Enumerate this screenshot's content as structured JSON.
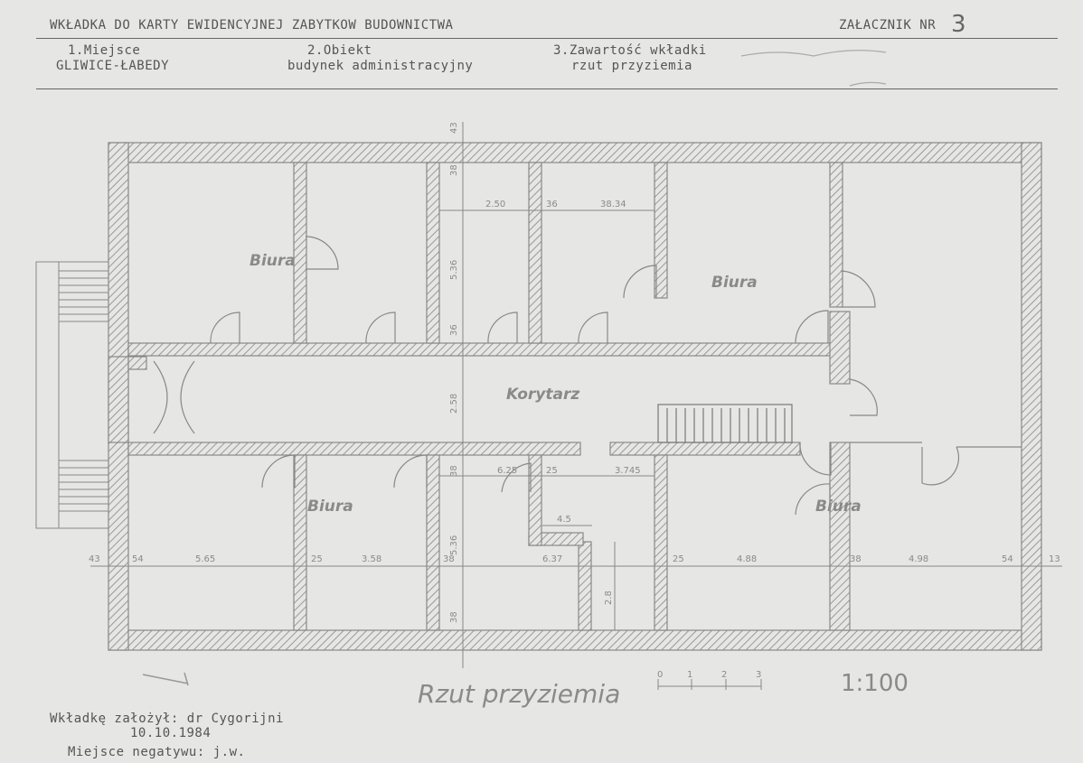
{
  "header": {
    "title": "WKŁADKA DO KARTY EWIDENCYJNEJ ZABYTKOW BUDOWNICTWA",
    "annex_label": "ZAŁACZNIK NR",
    "annex_number": "3",
    "place_label": "1.Miejsce",
    "place_value": "GLIWICE-ŁABEDY",
    "object_label": "2.Obiekt",
    "object_value": "budynek administracyjny",
    "content_label": "3.Zawartość wkładki",
    "content_value": "rzut przyziemia"
  },
  "plan": {
    "rooms": [
      "Biura",
      "Biura",
      "Biura",
      "Biura"
    ],
    "corridor": "Korytarz",
    "dims_top": [
      "38",
      "2.50",
      "36",
      "38.34",
      "5.36",
      "36",
      "2.58"
    ],
    "dims_bottom": [
      "38",
      "6.25",
      "25",
      "3.745",
      "5.36",
      "4.5",
      "6.37",
      "2.8",
      "38"
    ],
    "dims_axis": [
      "43",
      "54",
      "5.65",
      "25",
      "3.58",
      "38",
      "25",
      "4.88",
      "38",
      "4.98",
      "54",
      "13"
    ],
    "axis_top": "43",
    "caption": "Rzut przyziemia",
    "scale_ticks": [
      "0",
      "1",
      "2",
      "3"
    ],
    "scale": "1:100"
  },
  "footer": {
    "author_line": "Wkładkę założył: dr Cygorijni",
    "date": "10.10.1984",
    "negative_line": "Miejsce negatywu: j.w."
  },
  "colors": {
    "paper": "#e6e6e4",
    "ink": "#555555",
    "pencil": "#8a8a8a"
  }
}
